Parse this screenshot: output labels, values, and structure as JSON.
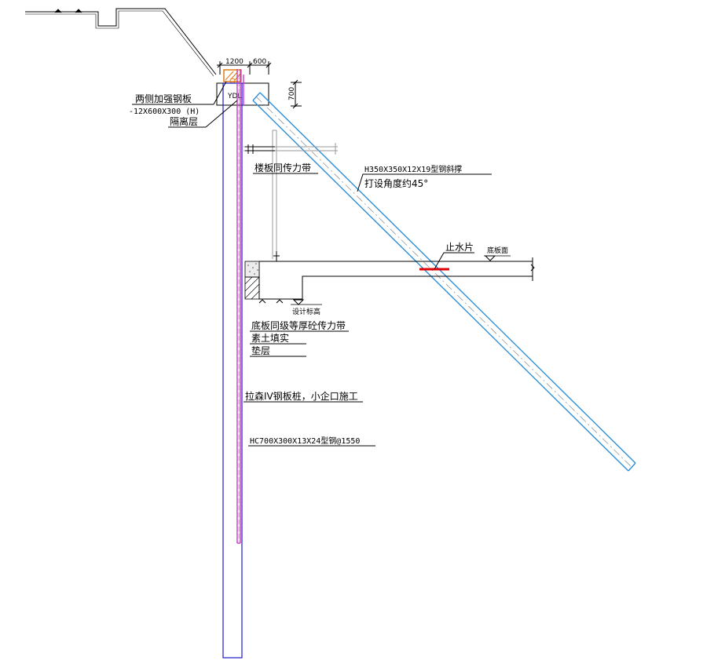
{
  "dimensions": {
    "width_1200": "1200",
    "width_600": "600",
    "height_700": "700"
  },
  "beam": {
    "tag": "YDL"
  },
  "labels": {
    "reinforce_plate": "两侧加强钢板",
    "reinforce_plate_spec": "-12X600X300 (H)",
    "isolation_layer": "隔离层",
    "floor_force_band": "楼板同传力带",
    "strut_spec": "H350X350X12X19型钢斜撑",
    "strut_angle": "打设角度约45°",
    "waterstop": "止水片",
    "slab_surface": "底板面",
    "design_level": "设计标高",
    "base_force_band": "底板同级等厚砼传力带",
    "compacted_soil": "素土填实",
    "cushion": "垫层",
    "sheet_pile": "拉森IV钢板桩，小企口施工",
    "hsteel_spec": "HC700X300X13X24型钢@1550"
  },
  "colors": {
    "line": "#000000",
    "strut": "#2e8fd6",
    "pile": "#1a1ad0",
    "sheet": "#cc33cc",
    "waterstop": "#e00000",
    "hatch": "#e07a10",
    "grey": "#9a9a9a"
  }
}
